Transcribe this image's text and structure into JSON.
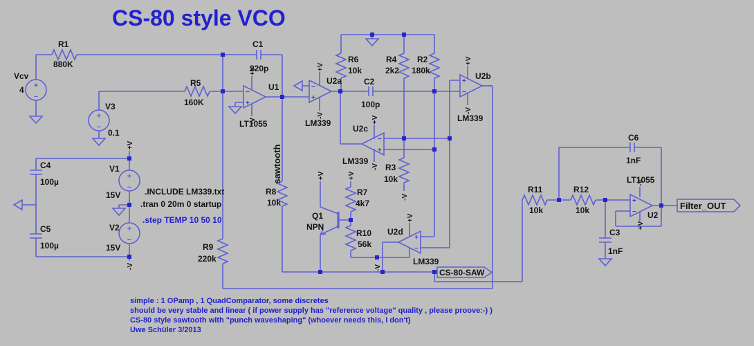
{
  "title": "CS-80 style VCO",
  "colors": {
    "background": "#bebebe",
    "wire": "#5f5fd3",
    "junction": "#2626cc",
    "label_text": "#141414",
    "accent_blue_text": "#2121cd"
  },
  "sources": {
    "vcv": {
      "name": "Vcv",
      "value": "4"
    },
    "v3": {
      "name": "V3",
      "value": "0.1"
    },
    "v1": {
      "name": "V1",
      "value": "15V"
    },
    "v2": {
      "name": "V2",
      "value": "15V"
    }
  },
  "resistors": {
    "r1": {
      "name": "R1",
      "value": "880K"
    },
    "r5": {
      "name": "R5",
      "value": "160K"
    },
    "r6": {
      "name": "R6",
      "value": "10k"
    },
    "r4": {
      "name": "R4",
      "value": "2k2"
    },
    "r2": {
      "name": "R2",
      "value": "180k"
    },
    "r3": {
      "name": "R3",
      "value": "10k"
    },
    "r7": {
      "name": "R7",
      "value": "4k7"
    },
    "r8": {
      "name": "R8",
      "value": "10k"
    },
    "r9": {
      "name": "R9",
      "value": "220k"
    },
    "r10": {
      "name": "R10",
      "value": "56k"
    },
    "r11": {
      "name": "R11",
      "value": "10k"
    },
    "r12": {
      "name": "R12",
      "value": "10k"
    }
  },
  "capacitors": {
    "c1": {
      "name": "C1",
      "value": "220p"
    },
    "c2": {
      "name": "C2",
      "value": "100p"
    },
    "c3": {
      "name": "C3",
      "value": "1nF"
    },
    "c4": {
      "name": "C4",
      "value": "100µ"
    },
    "c5": {
      "name": "C5",
      "value": "100µ"
    },
    "c6": {
      "name": "C6",
      "value": "1nF"
    }
  },
  "ics": {
    "u1": {
      "name": "U1",
      "part": "LT1055"
    },
    "u2": {
      "name": "U2",
      "part": "LT1055"
    },
    "u2a": {
      "name": "U2a",
      "part": "LM339"
    },
    "u2b": {
      "name": "U2b",
      "part": "LM339"
    },
    "u2c": {
      "name": "U2c",
      "part": "LM339"
    },
    "u2d": {
      "name": "U2d",
      "part": "LM339"
    }
  },
  "transistor": {
    "name": "Q1",
    "type": "NPN"
  },
  "nets": {
    "sawtooth": "sawtooth",
    "saw": "CS-80-SAW",
    "filter_out": "Filter_OUT",
    "vplus": "+V",
    "vminus": "-V"
  },
  "pins": {
    "plus": "+",
    "minus": "−"
  },
  "directives": {
    "include": ".INCLUDE LM339.txt",
    "tran": ".tran 0 20m 0 startup",
    "step": ".step TEMP 10 50 10"
  },
  "comments": {
    "line1": "simple : 1 OPamp , 1 QuadComparator, some discretes",
    "line2": "should be very stable and linear ( if  power supply has \"reference voltage\" quality , please proove:-) )",
    "line3": "CS-80 style sawtooth with \"punch waveshaping\" (whoever needs this, I don't)",
    "line4": "Uwe Schüler 3/2013"
  }
}
